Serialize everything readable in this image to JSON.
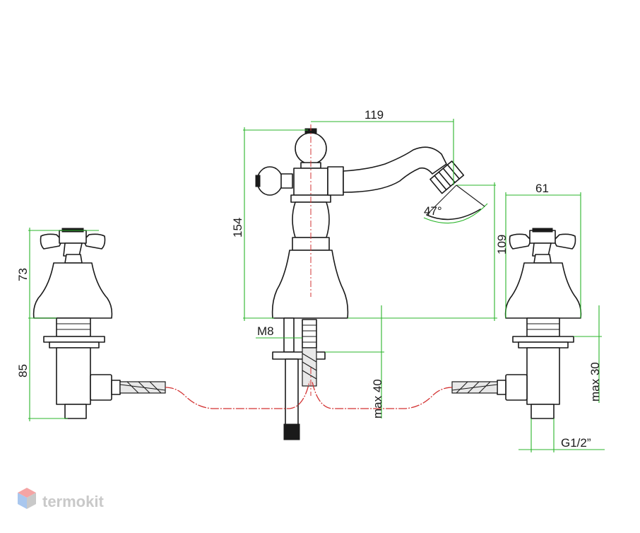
{
  "diagram": {
    "dimensions": {
      "spout_reach": "119",
      "spout_height_total": "154",
      "spout_outlet_height": "109",
      "handle_width": "61",
      "left_valve_height": "73",
      "left_valve_shank": "85",
      "spout_shank_max": "max 40",
      "right_valve_shank_max": "max 30",
      "stud_thread": "M8",
      "connection_thread": "G1/2”",
      "spout_swivel_angle": "47°"
    }
  },
  "watermark": {
    "brand": "termokit",
    "colors": {
      "top": "#f4a4a4",
      "left": "#a9c7ee",
      "right": "#c9c9c9"
    }
  },
  "colors": {
    "dimension_lines": "#2bb52b",
    "axis_lines": "#d33333",
    "outline": "#1a1a1a"
  }
}
